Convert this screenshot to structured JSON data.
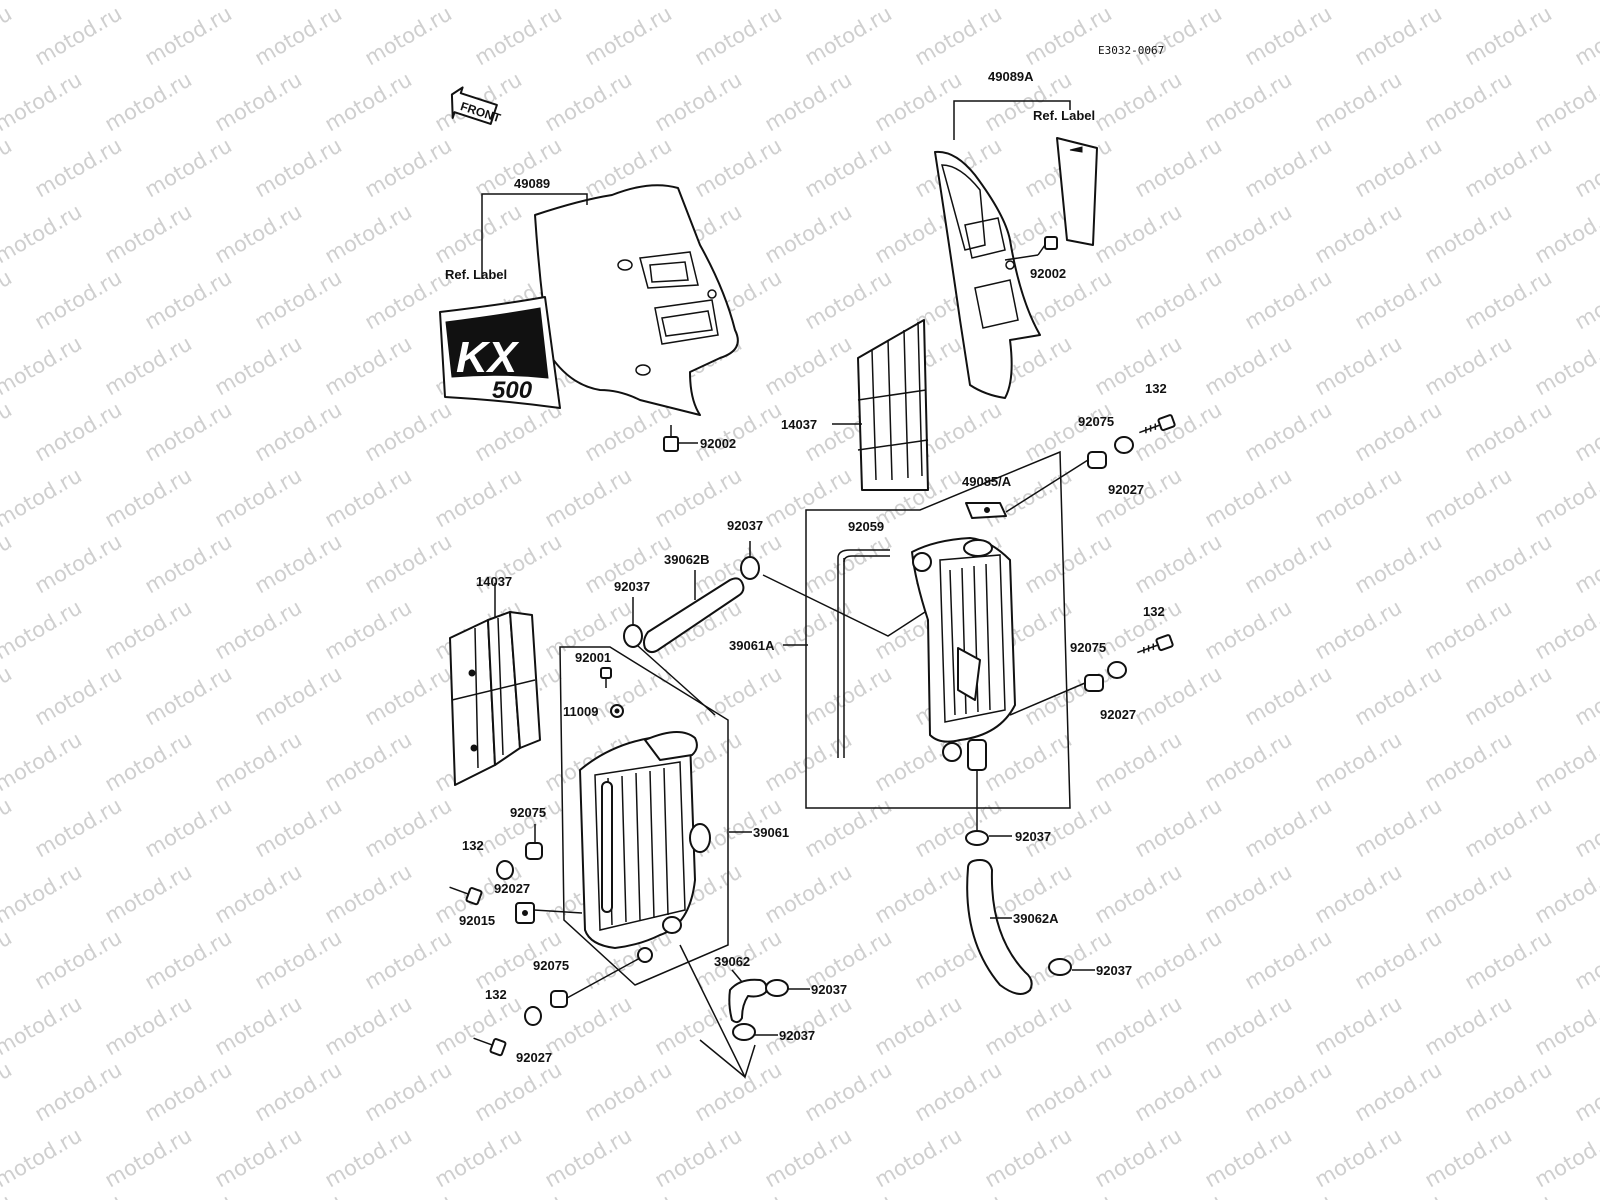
{
  "watermark": "motod.ru",
  "diagram_code": "E3032-0067",
  "front_label": "FRONT",
  "decal": {
    "line1": "KX",
    "line2": "500"
  },
  "labels": {
    "p49089": "49089",
    "p49089a": "49089A",
    "ref_left": "Ref. Label",
    "ref_right": "Ref. Label",
    "p92002_left": "92002",
    "p92002_right": "92002",
    "p14037_top": "14037",
    "p14037_left": "14037",
    "p132_a": "132",
    "p132_b": "132",
    "p132_c": "132",
    "p132_d": "132",
    "p92075_a": "92075",
    "p92075_b": "92075",
    "p92075_c": "92075",
    "p92075_d": "92075",
    "p92027_a": "92027",
    "p92027_b": "92027",
    "p92027_c": "92027",
    "p92027_d": "92027",
    "p49085a": "49085/A",
    "p92037_a": "92037",
    "p92037_b": "92037",
    "p92037_c": "92037",
    "p92037_d": "92037",
    "p92037_e": "92037",
    "p92037_f": "92037",
    "p92059": "92059",
    "p39062b": "39062B",
    "p39061a": "39061A",
    "p92001": "92001",
    "p11009": "11009",
    "p39061": "39061",
    "p92015": "92015",
    "p39062": "39062",
    "p39062a": "39062A"
  }
}
